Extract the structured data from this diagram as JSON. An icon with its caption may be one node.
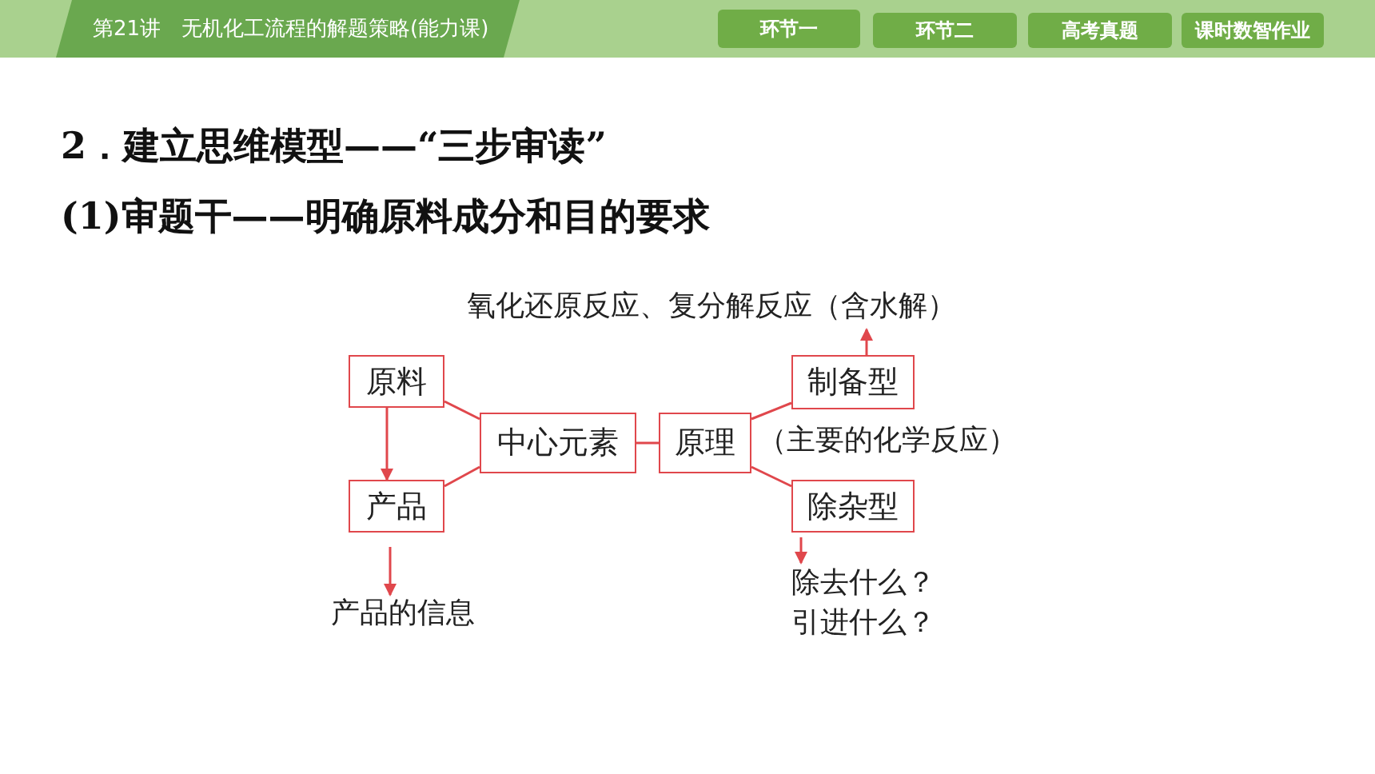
{
  "diagram": {
    "title": "2．建立思维模型——“三步审读”",
    "nodes": [
      {
        "text": [
          "原料"
        ]
      },
      {
        "text": [
          "产品"
        ]
      },
      {
        "text": [
          "中心元素"
        ]
      },
      {
        "text": [
          "原理"
        ],
        "beside": [
          "（主要的化学反应）"
        ]
      },
      {
        "text": [
          "制备型"
        ]
      },
      {
        "text": [
          "除杂型"
        ]
      },
      {
        "text": [
          "产品的信息"
        ]
      },
      {
        "text": [
          "氧化还原反应、复分解反应（含水解）"
        ]
      },
      {
        "text": [
          "除去什么？引进什么？"
        ]
      }
    ],
    "edges": [
      {
        "from": 0,
        "to": 1,
        "arrow": "to"
      },
      {
        "from": 0,
        "to": 2,
        "arrow": "none"
      },
      {
        "from": 1,
        "to": 2,
        "arrow": "none"
      },
      {
        "from": 2,
        "to": 3,
        "arrow": "none"
      },
      {
        "from": 3,
        "to": 4,
        "arrow": "none"
      },
      {
        "from": 3,
        "to": 5,
        "arrow": "none"
      },
      {
        "from": 1,
        "to": 6,
        "arrow": "to"
      },
      {
        "from": 4,
        "to": 7,
        "arrow": "to"
      },
      {
        "from": 5,
        "to": 8,
        "arrow": "to"
      }
    ],
    "labels": [
      "第21讲　无机化工流程的解题策略(能力课)",
      "环节一",
      "环节二",
      "高考真题",
      "课时数智作业",
      "(1)审题干——明确原料成分和目的要求"
    ]
  }
}
